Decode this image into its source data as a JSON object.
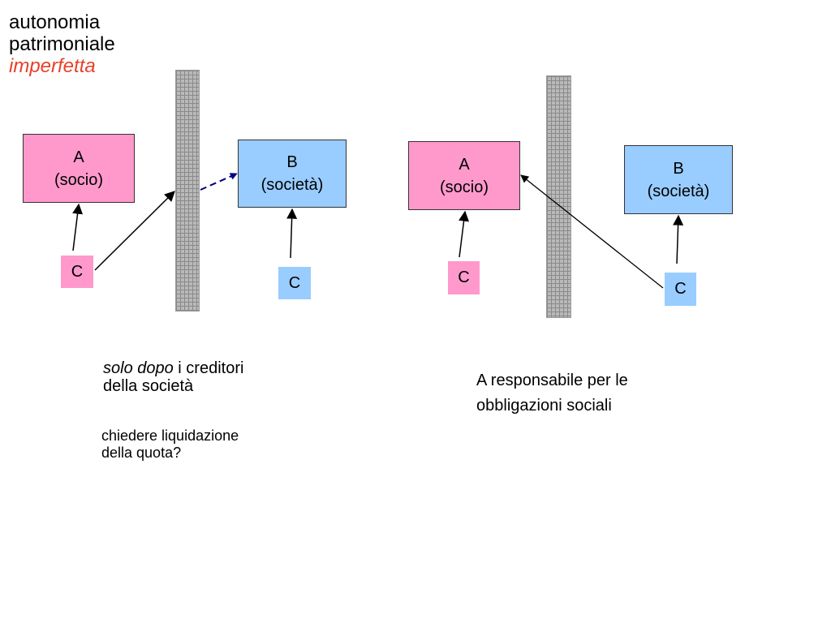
{
  "title": {
    "line1": "autonomia",
    "line2": "patrimoniale",
    "line3": "imperfetta"
  },
  "colors": {
    "socio_fill": "#ff99cc",
    "societa_fill": "#99ccff",
    "accent_red": "#e8402a",
    "dashed_arrow": "#000080",
    "wall": "#b9b9b9"
  },
  "left": {
    "box_a": {
      "letter": "A",
      "label": "(socio)"
    },
    "box_b": {
      "letter": "B",
      "label": "(società)"
    },
    "c_socio": "C",
    "c_societa": "C",
    "note1": {
      "italic": "solo dopo",
      "rest": " i creditori",
      "line2": "della società"
    },
    "note2": {
      "line1": "chiedere liquidazione",
      "line2": "della quota?"
    }
  },
  "right": {
    "box_a": {
      "letter": "A",
      "label": "(socio)"
    },
    "box_b": {
      "letter": "B",
      "label": "(società)"
    },
    "c_socio": "C",
    "c_societa": "C",
    "note": {
      "line1": "A responsabile per le",
      "line2": "obbligazioni sociali"
    }
  }
}
